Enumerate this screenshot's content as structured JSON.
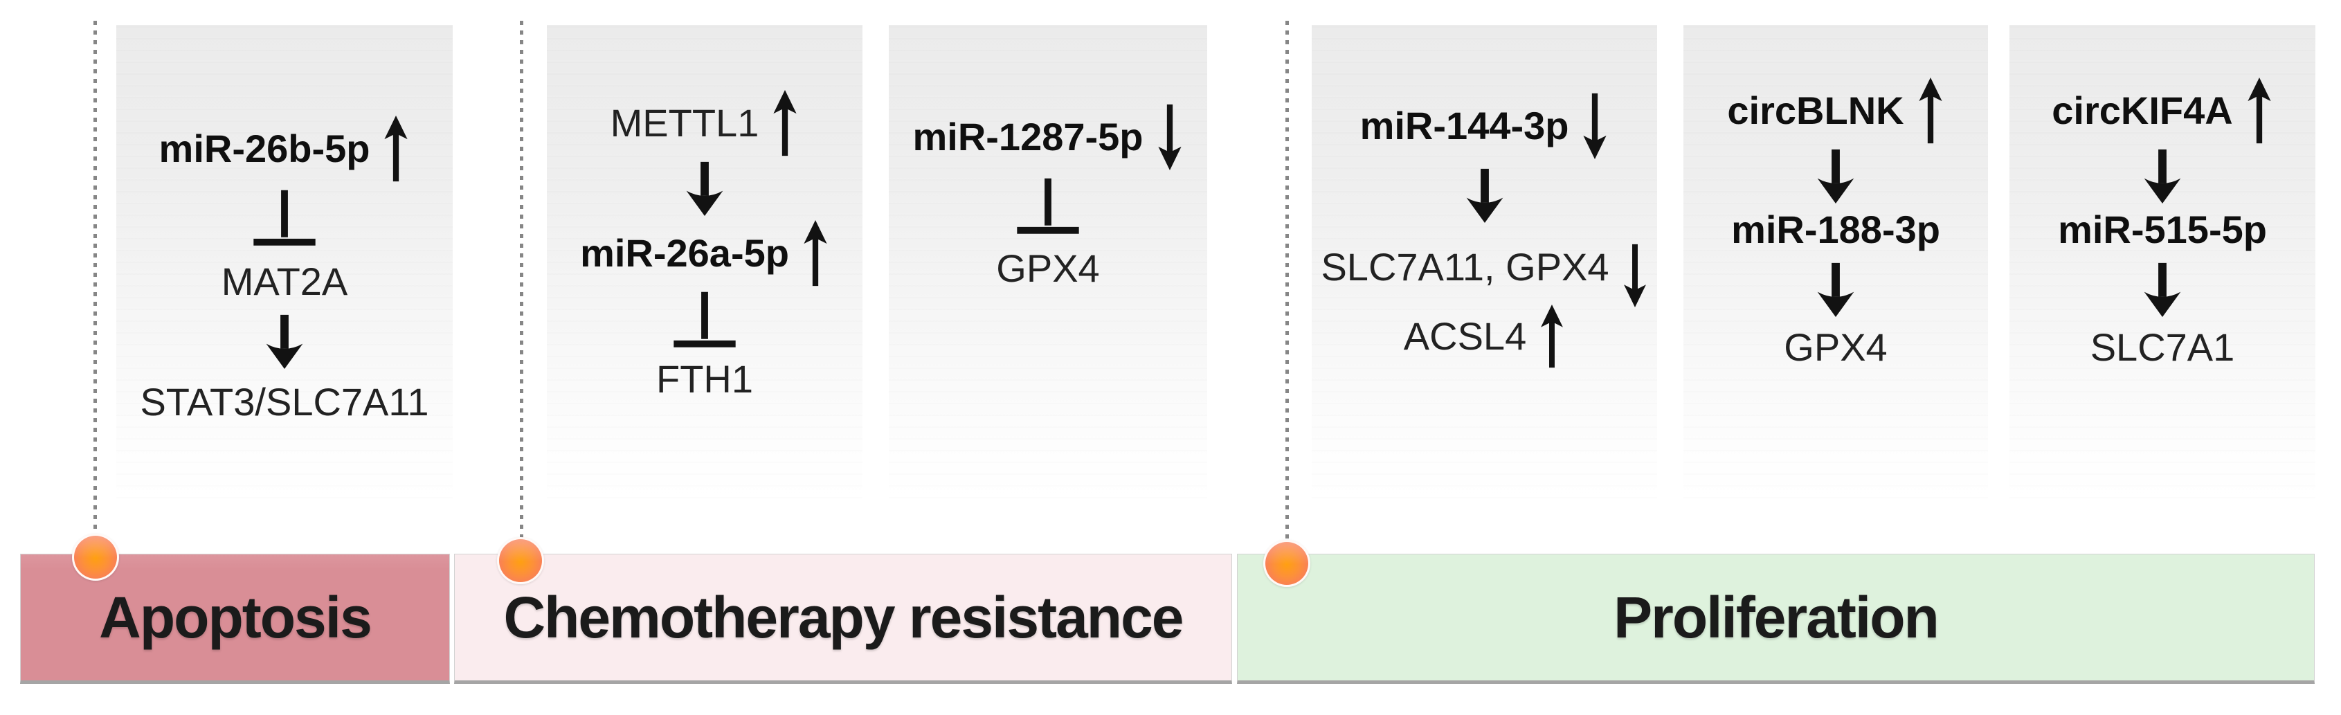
{
  "figure": {
    "description_boxes": 6,
    "bands": [
      {
        "label": "Apoptosis",
        "fill": "#d98e96"
      },
      {
        "label": "Chemotherapy resistance",
        "fill": "#faecee"
      },
      {
        "label": "Proliferation",
        "fill": "#def2dd"
      }
    ],
    "boxes": [
      {
        "group": "apoptosis",
        "entries": [
          {
            "type": "molecule",
            "label": "miR-26b-5p",
            "emphasis": true,
            "trend": "up"
          },
          {
            "type": "inhibits"
          },
          {
            "type": "molecule",
            "label": "MAT2A",
            "emphasis": false,
            "trend": null
          },
          {
            "type": "activates"
          },
          {
            "type": "molecule",
            "label": "STAT3/SLC7A11",
            "emphasis": false,
            "trend": null
          }
        ]
      },
      {
        "group": "chemotherapy-resistance",
        "entries": [
          {
            "type": "molecule",
            "label": "METTL1",
            "emphasis": false,
            "trend": "up"
          },
          {
            "type": "activates"
          },
          {
            "type": "molecule",
            "label": "miR-26a-5p",
            "emphasis": true,
            "trend": "up"
          },
          {
            "type": "inhibits"
          },
          {
            "type": "molecule",
            "label": "FTH1",
            "emphasis": false,
            "trend": null
          }
        ]
      },
      {
        "group": "chemotherapy-resistance",
        "entries": [
          {
            "type": "molecule",
            "label": "miR-1287-5p",
            "emphasis": true,
            "trend": "down"
          },
          {
            "type": "inhibits"
          },
          {
            "type": "molecule",
            "label": "GPX4",
            "emphasis": false,
            "trend": null
          }
        ]
      },
      {
        "group": "proliferation",
        "entries": [
          {
            "type": "molecule",
            "label": "miR-144-3p",
            "emphasis": true,
            "trend": "down"
          },
          {
            "type": "activates"
          },
          {
            "type": "molecule",
            "label": "SLC7A11, GPX4",
            "emphasis": false,
            "trend": "down"
          },
          {
            "type": "molecule",
            "label": "ACSL4",
            "emphasis": false,
            "trend": "up"
          }
        ]
      },
      {
        "group": "proliferation",
        "entries": [
          {
            "type": "molecule",
            "label": "circBLNK",
            "emphasis": true,
            "trend": "up"
          },
          {
            "type": "activates"
          },
          {
            "type": "molecule",
            "label": "miR-188-3p",
            "emphasis": true,
            "trend": null
          },
          {
            "type": "activates"
          },
          {
            "type": "molecule",
            "label": "GPX4",
            "emphasis": false,
            "trend": null
          }
        ]
      },
      {
        "group": "proliferation",
        "entries": [
          {
            "type": "molecule",
            "label": "circKIF4A",
            "emphasis": true,
            "trend": "up"
          },
          {
            "type": "activates"
          },
          {
            "type": "molecule",
            "label": "miR-515-5p",
            "emphasis": true,
            "trend": null
          },
          {
            "type": "activates"
          },
          {
            "type": "molecule",
            "label": "SLC7A1",
            "emphasis": false,
            "trend": null
          }
        ]
      }
    ],
    "palette": {
      "box_gradient_top": "#ebebeb",
      "dotted_line": "#868686",
      "pin_core": "#ffa011",
      "pin_rim": "#f78a70",
      "text": "#222222",
      "band_apoptosis": "#d98e96",
      "band_chemotherapy": "#faecee",
      "band_proliferation": "#def2dd"
    }
  }
}
